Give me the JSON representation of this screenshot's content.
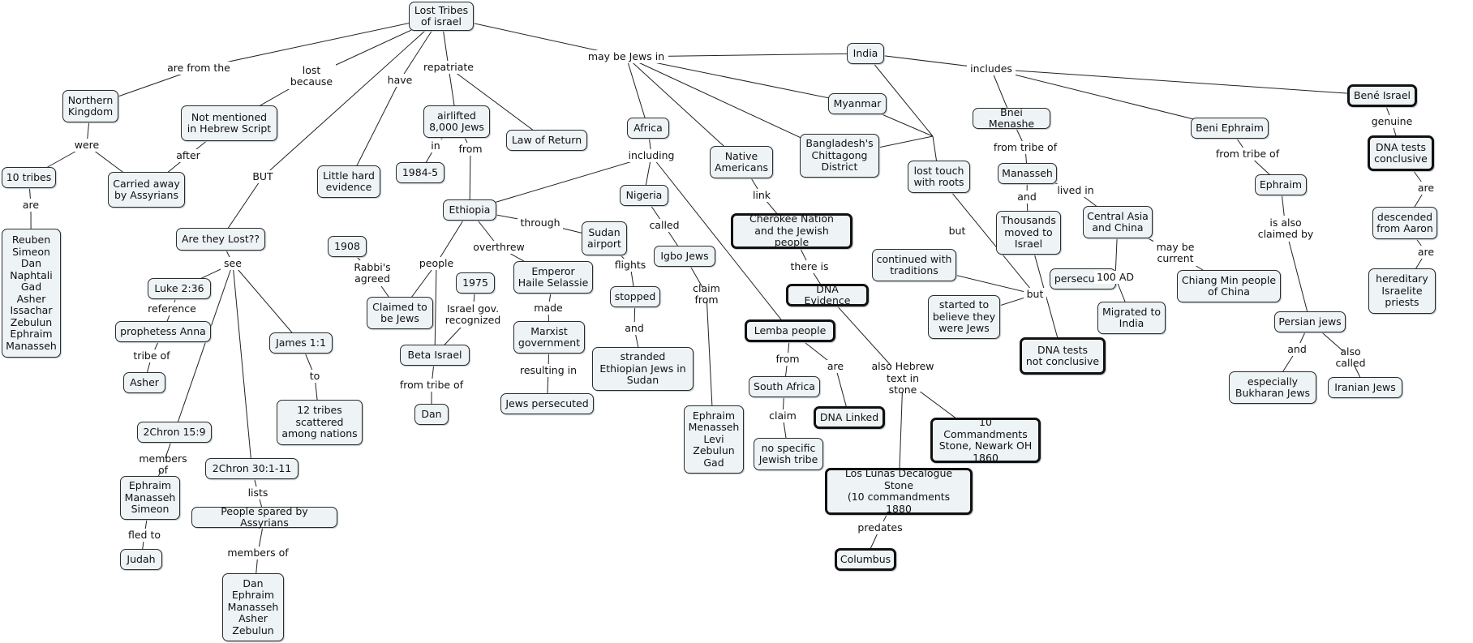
{
  "nodes": [
    {
      "id": "lost",
      "text": "Lost Tribes\nof israel",
      "bold": false
    },
    {
      "id": "northern",
      "text": "Northern\nKingdom",
      "bold": false
    },
    {
      "id": "notmentioned",
      "text": "Not mentioned\nin Hebrew Script",
      "bold": false
    },
    {
      "id": "tentribes",
      "text": "10 tribes",
      "bold": false
    },
    {
      "id": "carried",
      "text": "Carried away\nby Assyrians",
      "bold": false
    },
    {
      "id": "reuben",
      "text": "Reuben\nSimeon\nDan\nNaphtali\nGad\nAsher\nIssachar\nZebulun\nEphraim\nManasseh",
      "bold": false
    },
    {
      "id": "arethey",
      "text": "Are they Lost??",
      "bold": false
    },
    {
      "id": "luke",
      "text": "Luke 2:36",
      "bold": false
    },
    {
      "id": "anna",
      "text": "prophetess Anna",
      "bold": false
    },
    {
      "id": "asher",
      "text": "Asher",
      "bold": false
    },
    {
      "id": "james",
      "text": "James 1:1",
      "bold": false
    },
    {
      "id": "twelve",
      "text": "12 tribes\nscattered\namong nations",
      "bold": false
    },
    {
      "id": "chron15",
      "text": "2Chron 15:9",
      "bold": false
    },
    {
      "id": "ems",
      "text": "Ephraim\nManasseh\nSimeon",
      "bold": false
    },
    {
      "id": "judah",
      "text": "Judah",
      "bold": false
    },
    {
      "id": "chron30",
      "text": "2Chron 30:1-11",
      "bold": false
    },
    {
      "id": "spared",
      "text": "People spared by Assyrians",
      "bold": false
    },
    {
      "id": "deamz",
      "text": "Dan\nEphraim\nManasseh\nAsher\nZebulun",
      "bold": false
    },
    {
      "id": "little",
      "text": "Little hard\nevidence",
      "bold": false
    },
    {
      "id": "airlifted",
      "text": "airlifted\n8,000 Jews",
      "bold": false
    },
    {
      "id": "y1984",
      "text": "1984-5",
      "bold": false
    },
    {
      "id": "lawreturn",
      "text": "Law of Return",
      "bold": false
    },
    {
      "id": "ethiopia",
      "text": "Ethiopia",
      "bold": false
    },
    {
      "id": "y1908",
      "text": "1908",
      "bold": false
    },
    {
      "id": "claimed",
      "text": "Claimed to\nbe Jews",
      "bold": false
    },
    {
      "id": "y1975",
      "text": "1975",
      "bold": false
    },
    {
      "id": "beta",
      "text": "Beta Israel",
      "bold": false
    },
    {
      "id": "dan",
      "text": "Dan",
      "bold": false
    },
    {
      "id": "emperor",
      "text": "Emperor\nHaile Selassie",
      "bold": false
    },
    {
      "id": "marxist",
      "text": "Marxist\ngovernment",
      "bold": false
    },
    {
      "id": "persecuted1",
      "text": "Jews persecuted",
      "bold": false
    },
    {
      "id": "sudan",
      "text": "Sudan\nairport",
      "bold": false
    },
    {
      "id": "stopped",
      "text": "stopped",
      "bold": false
    },
    {
      "id": "stranded",
      "text": "stranded\nEthiopian Jews in\nSudan",
      "bold": false
    },
    {
      "id": "africa",
      "text": "Africa",
      "bold": false
    },
    {
      "id": "nigeria",
      "text": "Nigeria",
      "bold": false
    },
    {
      "id": "igbo",
      "text": "Igbo Jews",
      "bold": false
    },
    {
      "id": "emlzg",
      "text": "Ephraim\nMenasseh\nLevi\nZebulun\nGad",
      "bold": false
    },
    {
      "id": "native",
      "text": "Native\nAmericans",
      "bold": false
    },
    {
      "id": "cherokee",
      "text": "Cherokee Nation\nand the Jewish people",
      "bold": true
    },
    {
      "id": "dnaev",
      "text": "DNA Evidence",
      "bold": true
    },
    {
      "id": "lemba",
      "text": "Lemba people",
      "bold": true
    },
    {
      "id": "southafrica",
      "text": "South Africa",
      "bold": false
    },
    {
      "id": "nospecific",
      "text": "no specific\nJewish tribe",
      "bold": false
    },
    {
      "id": "dnalinked",
      "text": "DNA Linked",
      "bold": true
    },
    {
      "id": "tencmd",
      "text": "10 Commandments\nStone, Newark OH\n1860",
      "bold": true
    },
    {
      "id": "loslunas",
      "text": "Los Lunas Decalogue Stone\n(10 commandments\n1880",
      "bold": true
    },
    {
      "id": "columbus",
      "text": "Columbus",
      "bold": true
    },
    {
      "id": "india",
      "text": "India",
      "bold": false
    },
    {
      "id": "myanmar",
      "text": "Myanmar",
      "bold": false
    },
    {
      "id": "bangladesh",
      "text": "Bangladesh's\nChittagong\nDistrict",
      "bold": false
    },
    {
      "id": "losttouch",
      "text": "lost touch\nwith roots",
      "bold": false
    },
    {
      "id": "continued",
      "text": "continued with\ntraditions",
      "bold": false
    },
    {
      "id": "started",
      "text": "started to\nbelieve they\nwere Jews",
      "bold": false
    },
    {
      "id": "bnei",
      "text": "Bnei Menashe",
      "bold": false
    },
    {
      "id": "manasseh2",
      "text": "Manasseh",
      "bold": false
    },
    {
      "id": "thousands",
      "text": "Thousands\nmoved to\nIsrael",
      "bold": false
    },
    {
      "id": "central",
      "text": "Central Asia\nand China",
      "bold": false
    },
    {
      "id": "persecuted2",
      "text": "persecuted",
      "bold": false
    },
    {
      "id": "migrated",
      "text": "Migrated to\nIndia",
      "bold": false
    },
    {
      "id": "dnanot",
      "text": "DNA tests\nnot conclusive",
      "bold": true
    },
    {
      "id": "beniephraim",
      "text": "Beni Ephraim",
      "bold": false
    },
    {
      "id": "ephraim2",
      "text": "Ephraim",
      "bold": false
    },
    {
      "id": "chiangmin",
      "text": "Chiang Min people\nof China",
      "bold": false
    },
    {
      "id": "persian",
      "text": "Persian jews",
      "bold": false
    },
    {
      "id": "bukharan",
      "text": "especially\nBukharan Jews",
      "bold": false
    },
    {
      "id": "iranian",
      "text": "Iranian Jews",
      "bold": false
    },
    {
      "id": "beneisrael",
      "text": "Bené Israel",
      "bold": true
    },
    {
      "id": "dnaconc",
      "text": "DNA tests\nconclusive",
      "bold": true
    },
    {
      "id": "descended",
      "text": "descended\nfrom Aaron",
      "bold": false
    },
    {
      "id": "hereditary",
      "text": "hereditary\nIsraelite\npriests",
      "bold": false
    }
  ],
  "labels": [
    {
      "id": "l_arefrom",
      "text": "are from the"
    },
    {
      "id": "l_lostbecause",
      "text": "lost\nbecause"
    },
    {
      "id": "l_have",
      "text": "have"
    },
    {
      "id": "l_repatriate",
      "text": "repatriate"
    },
    {
      "id": "l_maybejews",
      "text": "may be Jews in"
    },
    {
      "id": "l_were",
      "text": "were"
    },
    {
      "id": "l_after",
      "text": "after"
    },
    {
      "id": "l_are1",
      "text": "are"
    },
    {
      "id": "l_but1",
      "text": "BUT"
    },
    {
      "id": "l_see",
      "text": "see"
    },
    {
      "id": "l_reference",
      "text": "reference"
    },
    {
      "id": "l_tribeof",
      "text": "tribe of"
    },
    {
      "id": "l_to",
      "text": "to"
    },
    {
      "id": "l_membersof1",
      "text": "members of"
    },
    {
      "id": "l_fledto",
      "text": "fled to"
    },
    {
      "id": "l_lists",
      "text": "lists"
    },
    {
      "id": "l_membersof2",
      "text": "members of"
    },
    {
      "id": "l_in",
      "text": "in"
    },
    {
      "id": "l_from1",
      "text": "from"
    },
    {
      "id": "l_including",
      "text": "including"
    },
    {
      "id": "l_through",
      "text": "through"
    },
    {
      "id": "l_rabbis",
      "text": "Rabbi's\nagreed"
    },
    {
      "id": "l_people",
      "text": "people"
    },
    {
      "id": "l_overthrew",
      "text": "overthrew"
    },
    {
      "id": "l_israelgov",
      "text": "Israel gov.\nrecognized"
    },
    {
      "id": "l_fromtribeof1",
      "text": "from tribe of"
    },
    {
      "id": "l_made",
      "text": "made"
    },
    {
      "id": "l_resultingin",
      "text": "resulting in"
    },
    {
      "id": "l_flights",
      "text": "flights"
    },
    {
      "id": "l_and1",
      "text": "and"
    },
    {
      "id": "l_called",
      "text": "called"
    },
    {
      "id": "l_claimfrom",
      "text": "claim from"
    },
    {
      "id": "l_link",
      "text": "link"
    },
    {
      "id": "l_thereis",
      "text": "there is"
    },
    {
      "id": "l_from2",
      "text": "from"
    },
    {
      "id": "l_are2",
      "text": "are"
    },
    {
      "id": "l_claim",
      "text": "claim"
    },
    {
      "id": "l_alsohebrew",
      "text": "also Hebrew\ntext in stone"
    },
    {
      "id": "l_predates",
      "text": "predates"
    },
    {
      "id": "l_includes",
      "text": "includes"
    },
    {
      "id": "l_but2",
      "text": "but"
    },
    {
      "id": "l_fromtribeof2",
      "text": "from tribe of"
    },
    {
      "id": "l_and2",
      "text": "and"
    },
    {
      "id": "l_livedin",
      "text": "lived in"
    },
    {
      "id": "l_100ad",
      "text": "100 AD"
    },
    {
      "id": "l_maybecurrent",
      "text": "may be\ncurrent"
    },
    {
      "id": "l_but3",
      "text": "but"
    },
    {
      "id": "l_fromtribeof3",
      "text": "from tribe of"
    },
    {
      "id": "l_isalso",
      "text": "is also\nclaimed by"
    },
    {
      "id": "l_and3",
      "text": "and"
    },
    {
      "id": "l_alsocalled",
      "text": "also called"
    },
    {
      "id": "l_genuine",
      "text": "genuine"
    },
    {
      "id": "l_are3",
      "text": "are"
    },
    {
      "id": "l_are4",
      "text": "are"
    }
  ],
  "links": [
    [
      "lost",
      "l_arefrom"
    ],
    [
      "l_arefrom",
      "northern"
    ],
    [
      "lost",
      "l_lostbecause"
    ],
    [
      "l_lostbecause",
      "notmentioned"
    ],
    [
      "lost",
      "l_have"
    ],
    [
      "l_have",
      "little"
    ],
    [
      "lost",
      "l_repatriate"
    ],
    [
      "l_repatriate",
      "airlifted"
    ],
    [
      "l_repatriate",
      "lawreturn"
    ],
    [
      "lost",
      "l_maybejews"
    ],
    [
      "l_maybejews",
      "africa"
    ],
    [
      "l_maybejews",
      "native"
    ],
    [
      "l_maybejews",
      "bangladesh"
    ],
    [
      "l_maybejews",
      "myanmar"
    ],
    [
      "l_maybejews",
      "india"
    ],
    [
      "lost",
      "l_but1"
    ],
    [
      "l_but1",
      "arethey"
    ],
    [
      "northern",
      "l_were"
    ],
    [
      "l_were",
      "tentribes"
    ],
    [
      "l_were",
      "carried"
    ],
    [
      "notmentioned",
      "l_after"
    ],
    [
      "l_after",
      "carried"
    ],
    [
      "tentribes",
      "l_are1"
    ],
    [
      "l_are1",
      "reuben"
    ],
    [
      "arethey",
      "l_see"
    ],
    [
      "l_see",
      "luke"
    ],
    [
      "l_see",
      "james"
    ],
    [
      "l_see",
      "chron15"
    ],
    [
      "l_see",
      "chron30"
    ],
    [
      "luke",
      "l_reference"
    ],
    [
      "l_reference",
      "anna"
    ],
    [
      "anna",
      "l_tribeof"
    ],
    [
      "l_tribeof",
      "asher"
    ],
    [
      "james",
      "l_to"
    ],
    [
      "l_to",
      "twelve"
    ],
    [
      "chron15",
      "l_membersof1"
    ],
    [
      "l_membersof1",
      "ems"
    ],
    [
      "ems",
      "l_fledto"
    ],
    [
      "l_fledto",
      "judah"
    ],
    [
      "chron30",
      "l_lists"
    ],
    [
      "l_lists",
      "spared"
    ],
    [
      "spared",
      "l_membersof2"
    ],
    [
      "l_membersof2",
      "deamz"
    ],
    [
      "airlifted",
      "l_in"
    ],
    [
      "l_in",
      "y1984"
    ],
    [
      "airlifted",
      "l_from1"
    ],
    [
      "l_from1",
      "ethiopia"
    ],
    [
      "africa",
      "l_including"
    ],
    [
      "l_including",
      "ethiopia"
    ],
    [
      "l_including",
      "nigeria"
    ],
    [
      "l_including",
      "lemba"
    ],
    [
      "ethiopia",
      "l_through"
    ],
    [
      "l_through",
      "sudan"
    ],
    [
      "ethiopia",
      "l_people"
    ],
    [
      "l_people",
      "claimed"
    ],
    [
      "l_people",
      "beta"
    ],
    [
      "ethiopia",
      "l_overthrew"
    ],
    [
      "l_overthrew",
      "emperor"
    ],
    [
      "y1908",
      "l_rabbis"
    ],
    [
      "l_rabbis",
      "claimed"
    ],
    [
      "y1975",
      "l_israelgov"
    ],
    [
      "l_israelgov",
      "beta"
    ],
    [
      "beta",
      "l_fromtribeof1"
    ],
    [
      "l_fromtribeof1",
      "dan"
    ],
    [
      "emperor",
      "l_made"
    ],
    [
      "l_made",
      "marxist"
    ],
    [
      "marxist",
      "l_resultingin"
    ],
    [
      "l_resultingin",
      "persecuted1"
    ],
    [
      "sudan",
      "l_flights"
    ],
    [
      "l_flights",
      "stopped"
    ],
    [
      "stopped",
      "l_and1"
    ],
    [
      "l_and1",
      "stranded"
    ],
    [
      "nigeria",
      "l_called"
    ],
    [
      "l_called",
      "igbo"
    ],
    [
      "igbo",
      "l_claimfrom"
    ],
    [
      "l_claimfrom",
      "emlzg"
    ],
    [
      "native",
      "l_link"
    ],
    [
      "l_link",
      "cherokee"
    ],
    [
      "cherokee",
      "l_thereis"
    ],
    [
      "l_thereis",
      "dnaev"
    ],
    [
      "lemba",
      "l_from2"
    ],
    [
      "l_from2",
      "southafrica"
    ],
    [
      "lemba",
      "l_are2"
    ],
    [
      "l_are2",
      "dnalinked"
    ],
    [
      "southafrica",
      "l_claim"
    ],
    [
      "l_claim",
      "nospecific"
    ],
    [
      "dnaev",
      "l_alsohebrew"
    ],
    [
      "l_alsohebrew",
      "tencmd"
    ],
    [
      "l_alsohebrew",
      "loslunas"
    ],
    [
      "loslunas",
      "l_predates"
    ],
    [
      "l_predates",
      "columbus"
    ],
    [
      "india",
      "l_includes"
    ],
    [
      "l_includes",
      "bnei"
    ],
    [
      "l_includes",
      "beniephraim"
    ],
    [
      "l_includes",
      "beneisrael"
    ],
    [
      "india",
      "l_but2"
    ],
    [
      "myanmar",
      "l_but2"
    ],
    [
      "bangladesh",
      "l_but2"
    ],
    [
      "l_but2",
      "losttouch"
    ],
    [
      "losttouch",
      "l_but3"
    ],
    [
      "l_but3",
      "continued"
    ],
    [
      "l_but3",
      "started"
    ],
    [
      "bnei",
      "l_fromtribeof2"
    ],
    [
      "l_fromtribeof2",
      "manasseh2"
    ],
    [
      "manasseh2",
      "l_and2"
    ],
    [
      "l_and2",
      "thousands"
    ],
    [
      "manasseh2",
      "l_livedin"
    ],
    [
      "l_livedin",
      "central"
    ],
    [
      "central",
      "l_100ad"
    ],
    [
      "l_100ad",
      "persecuted2"
    ],
    [
      "l_100ad",
      "migrated"
    ],
    [
      "central",
      "l_maybecurrent"
    ],
    [
      "l_maybecurrent",
      "chiangmin"
    ],
    [
      "thousands",
      "l_but3b"
    ],
    [
      "beniephraim",
      "l_fromtribeof3"
    ],
    [
      "l_fromtribeof3",
      "ephraim2"
    ],
    [
      "ephraim2",
      "l_isalso"
    ],
    [
      "l_isalso",
      "persian"
    ],
    [
      "persian",
      "l_and3"
    ],
    [
      "l_and3",
      "bukharan"
    ],
    [
      "persian",
      "l_alsocalled"
    ],
    [
      "l_alsocalled",
      "iranian"
    ],
    [
      "beneisrael",
      "l_genuine"
    ],
    [
      "l_genuine",
      "dnaconc"
    ],
    [
      "dnaconc",
      "l_are3"
    ],
    [
      "l_are3",
      "descended"
    ],
    [
      "descended",
      "l_are4"
    ],
    [
      "l_are4",
      "hereditary"
    ],
    [
      "thousands",
      "dnanot"
    ]
  ]
}
